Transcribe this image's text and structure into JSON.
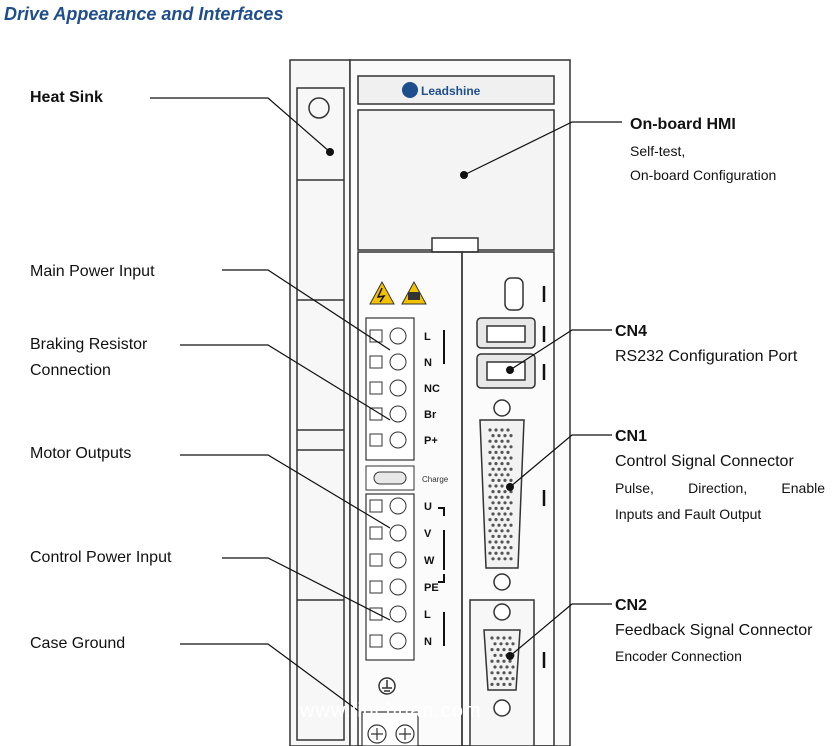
{
  "title": "Drive Appearance and Interfaces",
  "brand": "Leadshine",
  "labels": {
    "heat_sink": "Heat Sink",
    "main_power": "Main Power Input",
    "braking_1": "Braking Resistor",
    "braking_2": "Connection",
    "motor_outputs": "Motor Outputs",
    "control_power": "Control Power Input",
    "case_ground": "Case Ground",
    "hmi_title": "On-board HMI",
    "hmi_line1": "Self-test,",
    "hmi_line2": "On-board Configuration",
    "cn4_title": "CN4",
    "cn4_desc": "RS232 Configuration Port",
    "cn1_title": "CN1",
    "cn1_desc": "Control Signal Connector",
    "cn1_line1_words": [
      "Pulse,",
      "Direction,",
      "Enable"
    ],
    "cn1_line2": "Inputs and Fault Output",
    "cn2_title": "CN2",
    "cn2_desc": "Feedback Signal Connector",
    "cn2_line1": "Encoder Connection"
  },
  "terminals": {
    "upper": [
      "L",
      "N",
      "NC",
      "Br",
      "P+"
    ],
    "charge": "Charge",
    "lower": [
      "U",
      "V",
      "W",
      "PE",
      "L",
      "N"
    ]
  },
  "watermark": "www.jinchuan.com",
  "colors": {
    "title": "#1f4e8c",
    "brand_blue": "#1f4e8c",
    "warning": "#f2c200"
  }
}
